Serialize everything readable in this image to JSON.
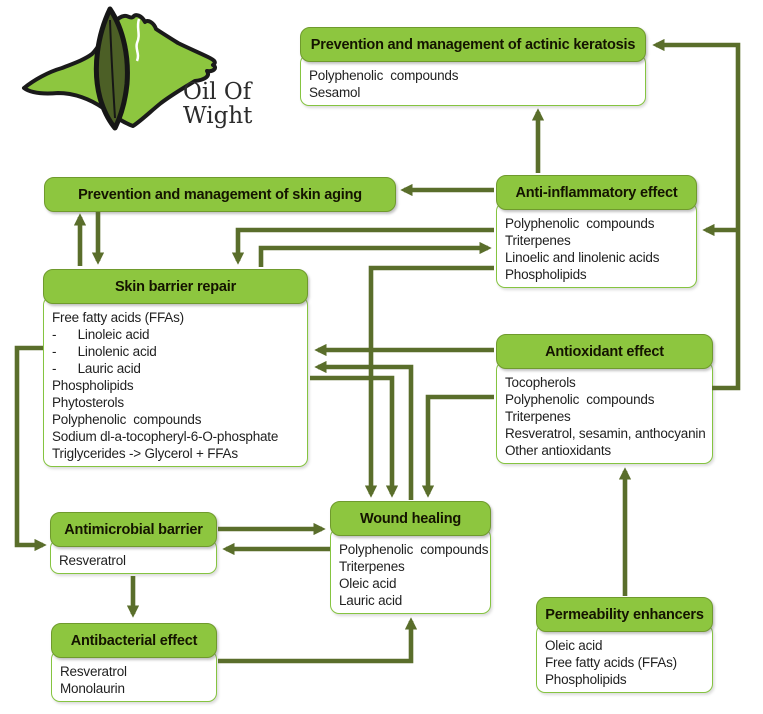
{
  "logo": {
    "title_line1": "Oil Of",
    "title_line2": "Wight"
  },
  "colors": {
    "header_green": "#8dc63f",
    "header_border": "#6f9a2d",
    "body_border": "#85c440",
    "arrow_olive": "#5a6e2b",
    "header_text": "#141400",
    "body_text": "#1f1f1f",
    "island_green": "#8dc63f",
    "leaf_dark": "#4c5f26",
    "outline_black": "#1a1a1a"
  },
  "boxes": {
    "actinic_keratosis": {
      "title": "Prevention and management of actinic keratosis",
      "items": [
        "Polyphenolic  compounds",
        "Sesamol"
      ]
    },
    "skin_aging": {
      "title": "Prevention and management of skin aging"
    },
    "anti_inflammatory": {
      "title": "Anti-inflammatory effect",
      "items": [
        "Polyphenolic  compounds",
        "Triterpenes",
        "Linoelic and linolenic acids",
        "Phospholipids"
      ]
    },
    "skin_barrier": {
      "title": "Skin barrier repair",
      "items": [
        "Free fatty acids (FFAs)",
        "-      Linoleic acid",
        "-      Linolenic acid",
        "-      Lauric acid",
        "Phospholipids",
        "Phytosterols",
        "Polyphenolic  compounds",
        "Sodium dl-a-tocopheryl-6-O-phosphate",
        "Triglycerides -> Glycerol + FFAs"
      ]
    },
    "antioxidant": {
      "title": "Antioxidant effect",
      "items": [
        "Tocopherols",
        "Polyphenolic  compounds",
        "Triterpenes",
        "Resveratrol, sesamin, anthocyanin",
        "Other antioxidants"
      ]
    },
    "antimicrobial": {
      "title": "Antimicrobial barrier",
      "items": [
        "Resveratrol"
      ]
    },
    "wound_healing": {
      "title": "Wound healing",
      "items": [
        "Polyphenolic  compounds",
        "Triterpenes",
        "Oleic acid",
        "Lauric acid"
      ]
    },
    "antibacterial": {
      "title": "Antibacterial effect",
      "items": [
        "Resveratrol",
        "Monolaurin"
      ]
    },
    "permeability": {
      "title": "Permeability enhancers",
      "items": [
        "Oleic acid",
        "Free fatty acids (FFAs)",
        "Phospholipids"
      ]
    }
  },
  "arrows": [
    {
      "from": "skin_barrier",
      "to": "skin_aging"
    },
    {
      "from": "skin_aging",
      "to": "skin_barrier"
    },
    {
      "from": "anti_inflammatory",
      "to": "skin_aging"
    },
    {
      "from": "anti_inflammatory",
      "to": "actinic_keratosis"
    },
    {
      "from": "anti_inflammatory",
      "to": "skin_barrier"
    },
    {
      "from": "skin_barrier",
      "to": "anti_inflammatory"
    },
    {
      "from": "anti_inflammatory",
      "to": "wound_healing"
    },
    {
      "from": "antioxidant",
      "to": "skin_barrier"
    },
    {
      "from": "wound_healing",
      "to": "skin_barrier"
    },
    {
      "from": "skin_barrier",
      "to": "wound_healing"
    },
    {
      "from": "antioxidant",
      "to": "wound_healing"
    },
    {
      "from": "antioxidant",
      "to": "actinic_keratosis"
    },
    {
      "from": "antioxidant",
      "to": "anti_inflammatory"
    },
    {
      "from": "permeability",
      "to": "antioxidant"
    },
    {
      "from": "skin_barrier",
      "to": "antimicrobial"
    },
    {
      "from": "antimicrobial",
      "to": "wound_healing"
    },
    {
      "from": "wound_healing",
      "to": "antimicrobial"
    },
    {
      "from": "antimicrobial",
      "to": "antibacterial"
    },
    {
      "from": "antibacterial",
      "to": "wound_healing"
    }
  ]
}
